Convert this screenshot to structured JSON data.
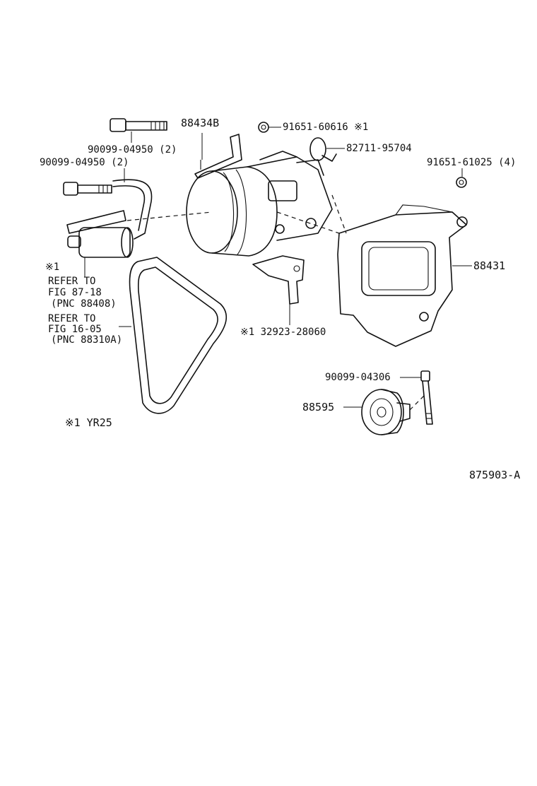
{
  "callouts": {
    "bolt_upper": "90099-04950 (2)",
    "bolt_left": "90099-04950 (2)",
    "bracket": "88434B",
    "nut_upper": "91651-60616 ※1",
    "clamp": "82711-95704",
    "nut_right": "91651-61025 (4)",
    "mount_bracket": "88431",
    "plate": "※1 32923-28060",
    "bolt_idler": "90099-04306",
    "idler_pulley": "88595"
  },
  "notes": {
    "mark1": "※1",
    "refer1_line1": "REFER TO",
    "refer1_line2": "FIG 87-18",
    "refer1_line3": "(PNC 88408)",
    "refer2_line1": "REFER TO",
    "refer2_line2": "FIG 16-05",
    "refer2_line3": "(PNC 88310A)",
    "footnote": "※1 YR25"
  },
  "figure_code": "875903-A"
}
